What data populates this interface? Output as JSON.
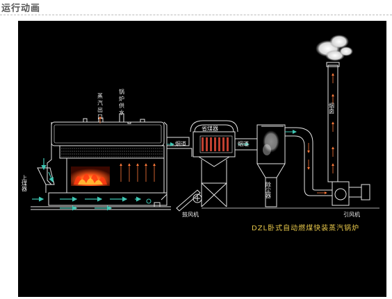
{
  "section": {
    "title": "运行动画"
  },
  "labels": {
    "steam_outlet": "蒸汽出口",
    "boiler_feedwater": "锅炉供水",
    "coal_input": "上煤器",
    "flue_1": "烟道",
    "economizer": "省煤器",
    "flue_2": "烟道",
    "dust_collector": "除尘器",
    "chimney": "烟囱",
    "induced_fan": "引风机",
    "blower": "鼓风机",
    "caption": "DZL卧式自动燃煤快装蒸汽锅炉"
  },
  "colors": {
    "panel_bg": "#000000",
    "line": "#e6e6e6",
    "flow_arrow": "#3fc7b4",
    "fire": "#ff4a1a",
    "caption": "#e8c84a",
    "inner_arrow": "#ff7a3a"
  }
}
